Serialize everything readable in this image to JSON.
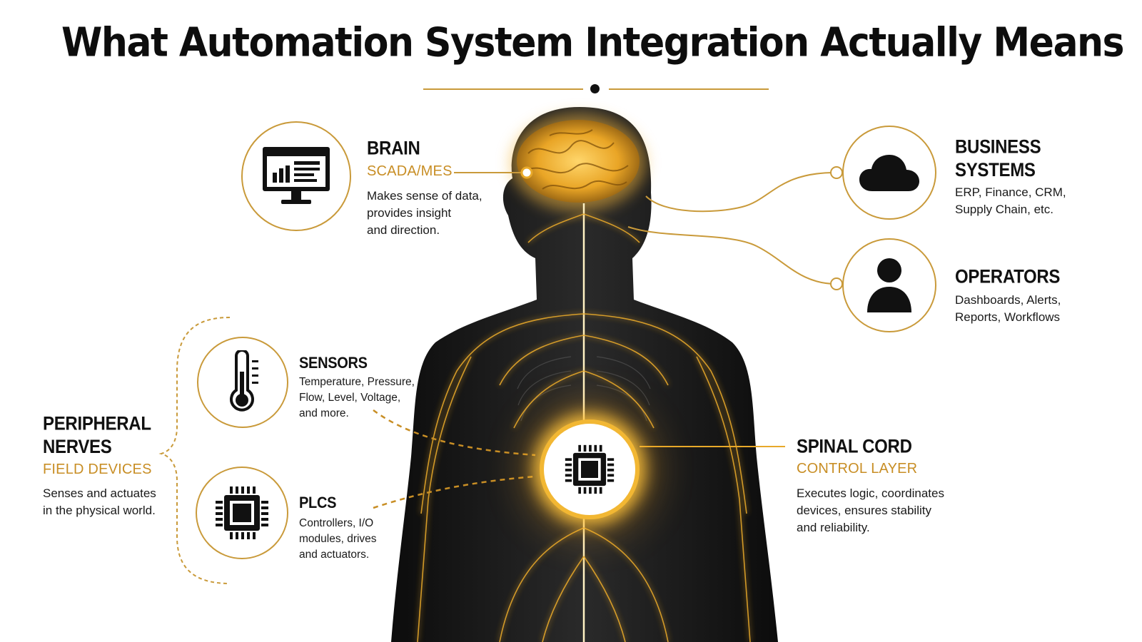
{
  "title": "What Automation System Integration Actually Means",
  "colors": {
    "accent": "#c99a3a",
    "glow": "#f2b733",
    "body": "#161616",
    "nerve": "#e8a92a"
  },
  "brain": {
    "heading": "BRAIN",
    "subheading": "SCADA/MES",
    "lines": [
      "Makes sense of data,",
      "provides insight",
      "and direction."
    ],
    "icon": "monitor-icon"
  },
  "business": {
    "heading_lines": [
      "BUSINESS",
      "SYSTEMS"
    ],
    "lines": [
      "ERP, Finance, CRM,",
      "Supply Chain, etc."
    ],
    "icon": "cloud-icon"
  },
  "operators": {
    "heading": "OPERATORS",
    "lines": [
      "Dashboards, Alerts,",
      "Reports, Workflows"
    ],
    "icon": "person-icon"
  },
  "sensors": {
    "heading": "SENSORS",
    "lines": [
      "Temperature, Pressure,",
      "Flow, Level, Voltage,",
      "and more."
    ],
    "icon": "thermometer-icon"
  },
  "plcs": {
    "heading": "PLCS",
    "lines": [
      "Controllers, I/O",
      "modules, drives",
      "and actuators."
    ],
    "icon": "chip-icon"
  },
  "peripheral": {
    "heading_lines": [
      "PERIPHERAL",
      "NERVES"
    ],
    "subheading": "FIELD DEVICES",
    "lines": [
      "Senses and actuates",
      "in the physical world."
    ]
  },
  "spinal": {
    "heading": "SPINAL CORD",
    "subheading": "CONTROL LAYER",
    "lines": [
      "Executes logic, coordinates",
      "devices, ensures stability",
      "and reliability."
    ],
    "icon": "chip-icon"
  }
}
